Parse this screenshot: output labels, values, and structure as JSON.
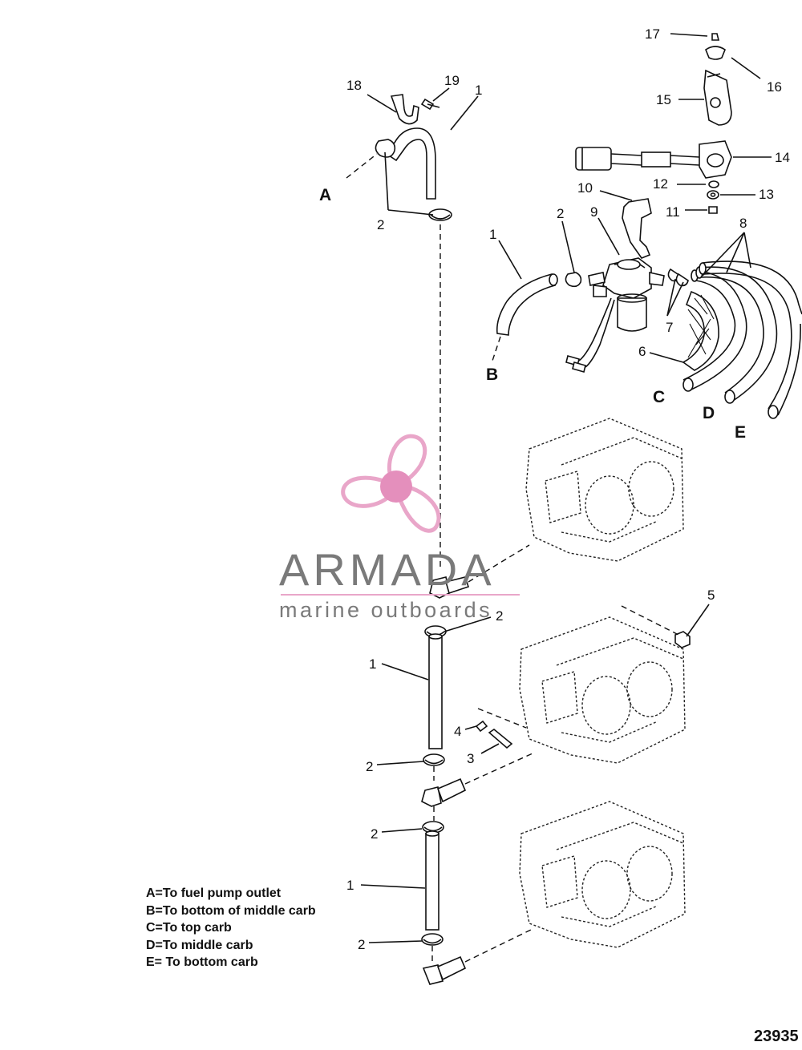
{
  "labels": {
    "n1a": "1",
    "n1b": "1",
    "n1c": "1",
    "n1d": "1",
    "n2a": "2",
    "n2b": "2",
    "n2c": "2",
    "n2d": "2",
    "n2e": "2",
    "n2f": "2",
    "n3": "3",
    "n4": "4",
    "n5": "5",
    "n6": "6",
    "n7": "7",
    "n8": "8",
    "n9": "9",
    "n10": "10",
    "n11": "11",
    "n12": "12",
    "n13": "13",
    "n14": "14",
    "n15": "15",
    "n16": "16",
    "n17": "17",
    "n18": "18",
    "n19": "19",
    "A": "A",
    "B": "B",
    "C": "C",
    "D": "D",
    "E": "E"
  },
  "legend": [
    "A=To fuel pump outlet",
    "B=To bottom of middle carb",
    "C=To top carb",
    "D=To middle carb",
    "E= To bottom carb"
  ],
  "figure_id": "23935",
  "watermark": {
    "title": "ARMADA",
    "subtitle": "marine outboards",
    "color_pink": "#e9a6c9",
    "color_pink_dark": "#e48fbc",
    "color_gray": "#7a7a7a"
  }
}
